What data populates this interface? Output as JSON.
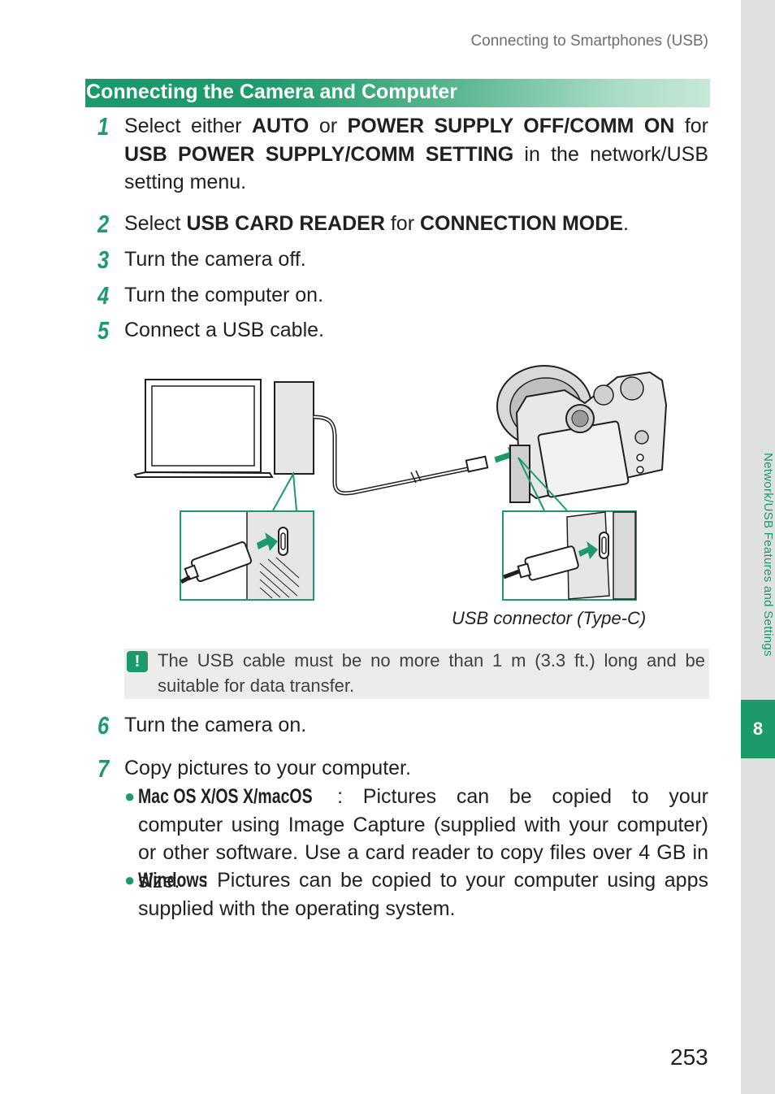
{
  "running_head": "Connecting to Smartphones (USB)",
  "side_label": "Network/USB Features and Settings",
  "chapter_number": "8",
  "section_title": "Connecting the Camera and Computer",
  "steps": [
    {
      "num": "1",
      "p1": "Select either ",
      "b1": "AUTO",
      "p2": " or ",
      "b2": "POWER SUPPLY OFF/COMM ON",
      "p3": " for ",
      "b3": "USB POWER SUPPLY/COMM SETTING",
      "p4": " in the network/USB setting menu."
    },
    {
      "num": "2",
      "p1": "Select ",
      "b1": "USB CARD READER",
      "p2": " for ",
      "b2": "CONNECTION MODE",
      "p3": "."
    },
    {
      "num": "3",
      "text": "Turn the camera off."
    },
    {
      "num": "4",
      "text": "Turn the computer on."
    },
    {
      "num": "5",
      "text": "Connect a USB cable."
    },
    {
      "num": "6",
      "text": "Turn the camera on."
    },
    {
      "num": "7",
      "text": "Copy pictures to your computer."
    }
  ],
  "figure_caption": "USB connector (Type-C)",
  "note": {
    "icon": "!",
    "text": "The USB cable must be no more than 1 m (3.3 ft.) long and be suitable for data transfer."
  },
  "bullets": [
    {
      "label": "Mac OS X/OS X/macOS",
      "text": ": Pictures can be copied to your computer using Image Capture (supplied with your computer) or other software. Use a card reader to copy files over 4 GB in size."
    },
    {
      "label": "Windows",
      "text": ": Pictures can be copied to your computer using apps supplied with the operating system."
    }
  ],
  "page_number": "253",
  "colors": {
    "accent": "#1c9a6c",
    "note_bg": "#ececec",
    "side_strip": "#dfe0e0"
  }
}
